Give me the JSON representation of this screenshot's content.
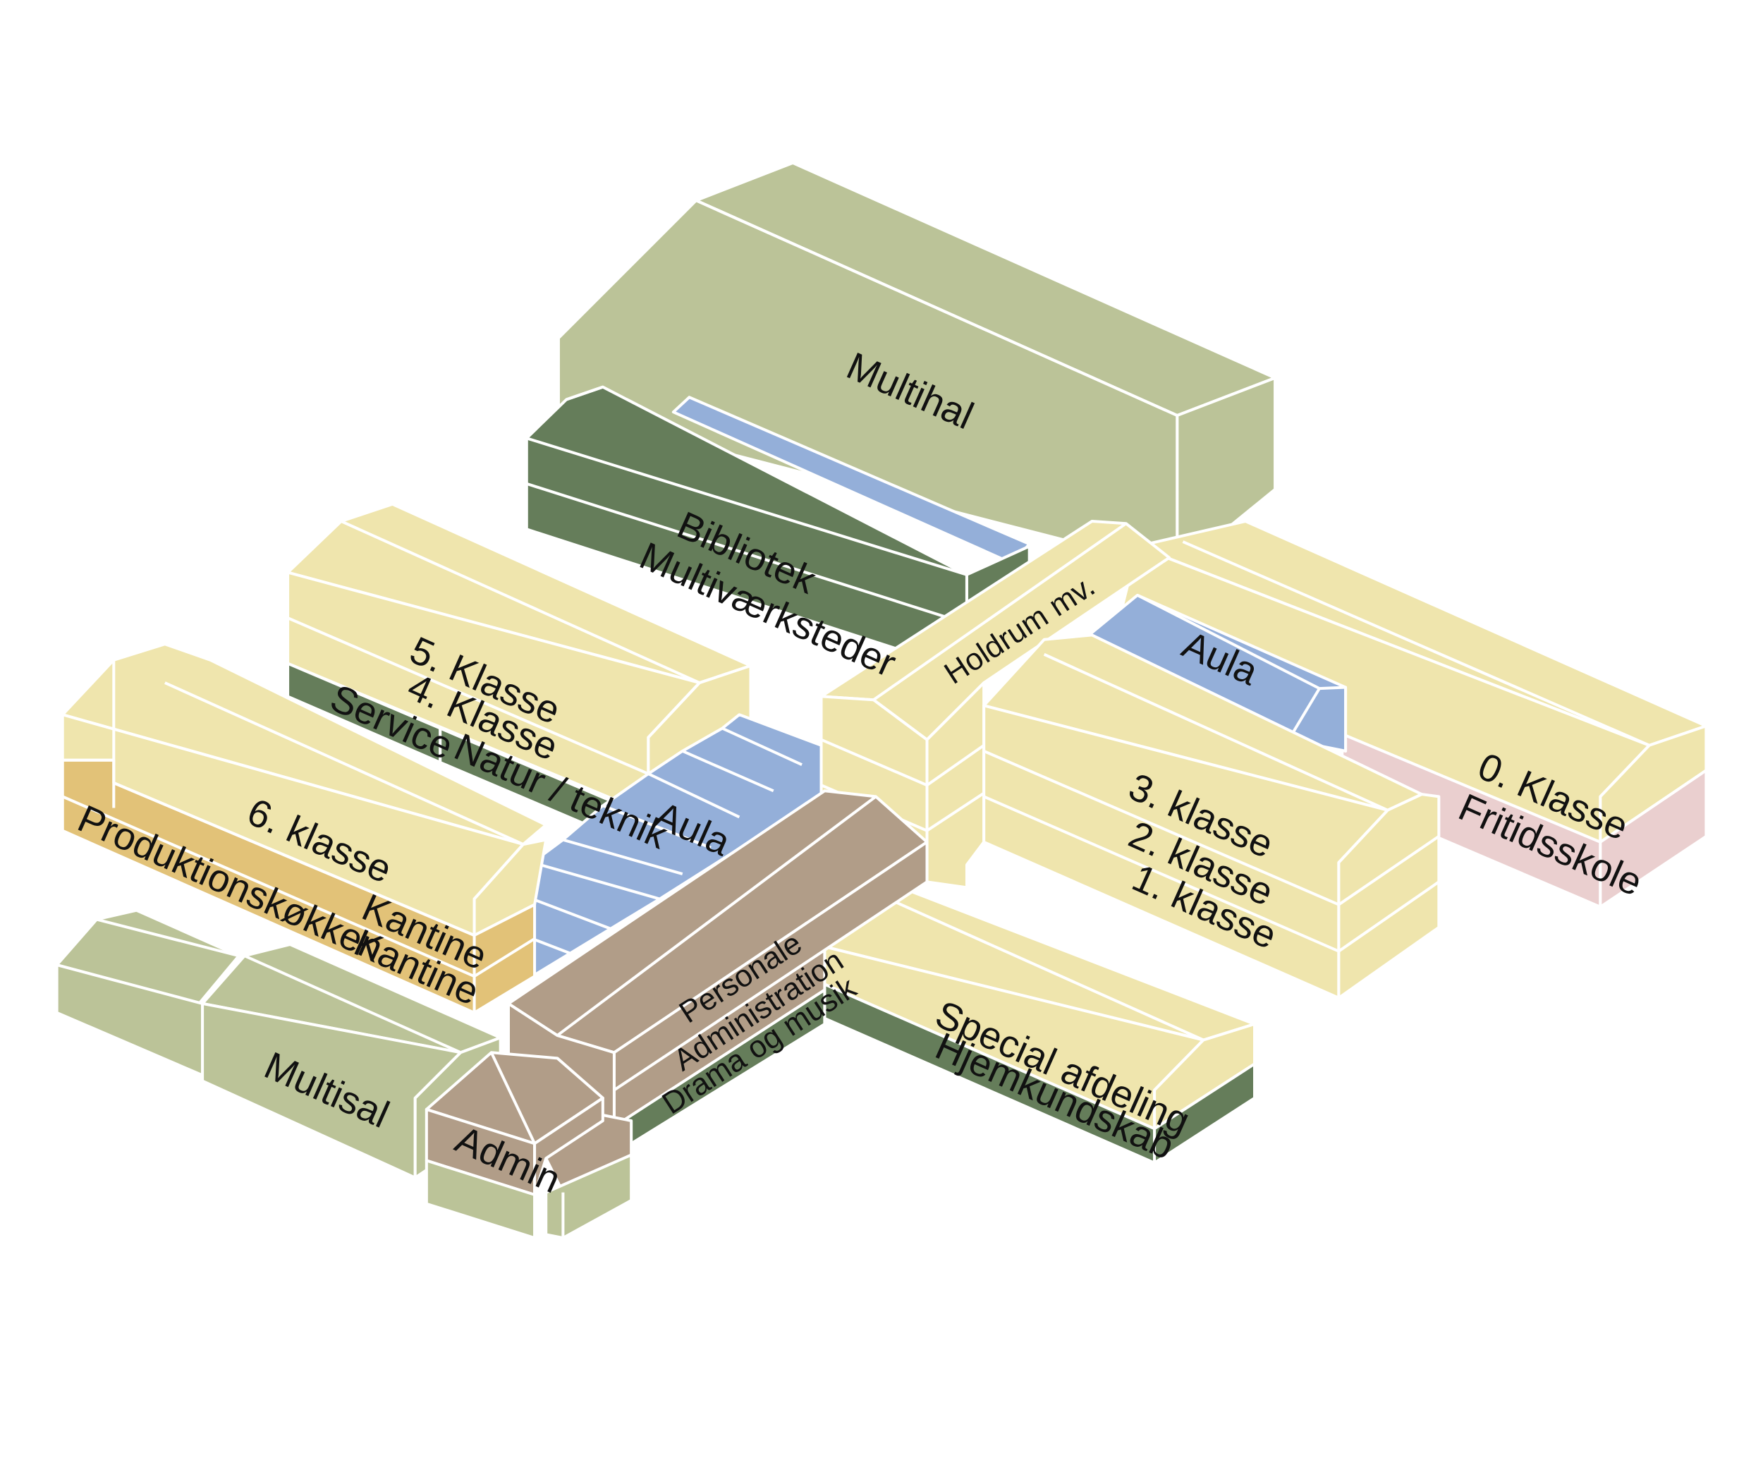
{
  "colors": {
    "sage": "#bbc398",
    "sage_dark": "#a9b287",
    "dark_green": "#657d5a",
    "cream": "#efe5ad",
    "cream_dark": "#e2d69b",
    "blue": "#94afd9",
    "brown": "#b19d88",
    "orange": "#e2c278",
    "pink": "#eacfcf"
  },
  "labels": {
    "multihal": "Multihal",
    "bibliotek": "Bibliotek",
    "multivaerksteder": "Multiværksteder",
    "holdrum": "Holdrum mv.",
    "aula_right": "Aula",
    "klasse_0": "0. Klasse",
    "fritidsskole": "Fritidsskole",
    "klasse_5": "5. Klasse",
    "klasse_4": "4. Klasse",
    "service": "Service",
    "natur_teknik": "Natur / teknik",
    "aula_center": "Aula",
    "klasse_6": "6. klasse",
    "produktionskokken": "Produktionskøkken",
    "kantine_1": "Kantine",
    "kantine_2": "Kantine",
    "klasse_3": "3. klasse",
    "klasse_2": "2. klasse",
    "klasse_1": "1. klasse",
    "personale": "Personale",
    "administration": "Administration",
    "drama_musik": "Drama og musik",
    "special_afdeling": "Special afdeling",
    "hjemkundskab": "Hjemkundskab",
    "multisal": "Multisal",
    "admin": "Admin"
  }
}
